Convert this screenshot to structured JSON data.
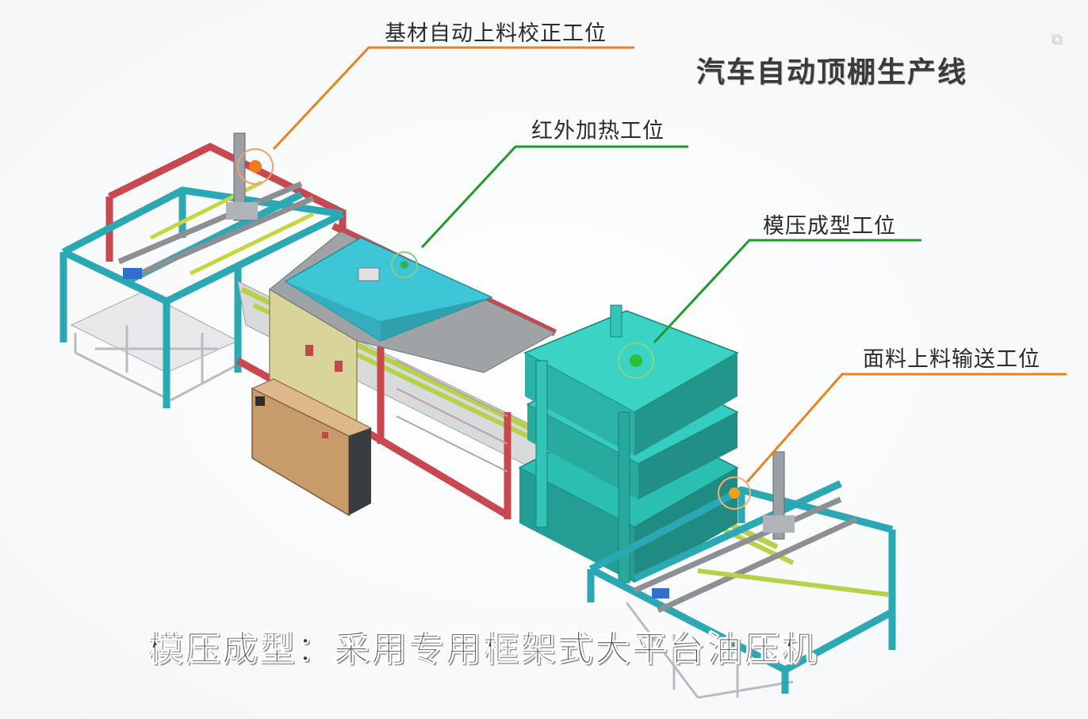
{
  "title": "汽车自动顶棚生产线",
  "stations": [
    {
      "label": "基材自动上料校正工位",
      "color": "#e8841f"
    },
    {
      "label": "红外加热工位",
      "color": "#1e9a2f"
    },
    {
      "label": "模压成型工位",
      "color": "#1e9a2f"
    },
    {
      "label": "面料上料输送工位",
      "color": "#e8841f"
    }
  ],
  "caption": "模压成型：采用专用框架式大平台油压机",
  "colors": {
    "frame_teal": "#2aa8b4",
    "frame_red": "#c9474f",
    "oven_yellow": "#d9d59a",
    "hood_cyan": "#3fc6d6",
    "press_teal": "#2bbfb2",
    "cabinet_tan": "#c79b6a",
    "conveyor_green": "#b6d24a"
  },
  "icons": {
    "corner": "copy-icon"
  }
}
